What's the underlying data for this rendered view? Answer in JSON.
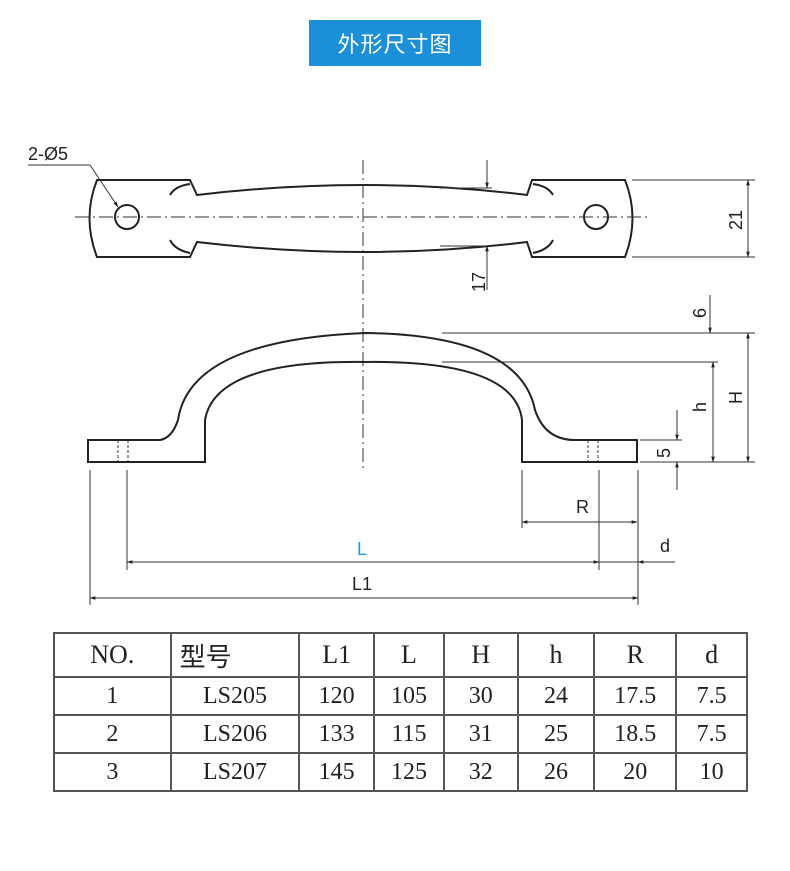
{
  "title": "外形尺寸图",
  "accent_color": "#1b8fd8",
  "drawing": {
    "hole_label": "2-Ø5",
    "dim_width": "21",
    "dim_bar_width": "17",
    "dim_thickness_top": "6",
    "dim_H": "H",
    "dim_h": "h",
    "dim_foot": "5",
    "dim_R": "R",
    "dim_L": "L",
    "dim_d": "d",
    "dim_L1": "L1"
  },
  "table": {
    "headers": [
      "NO.",
      "型号",
      "L1",
      "L",
      "H",
      "h",
      "R",
      "d"
    ],
    "rows": [
      [
        "1",
        "LS205",
        "120",
        "105",
        "30",
        "24",
        "17.5",
        "7.5"
      ],
      [
        "2",
        "LS206",
        "133",
        "115",
        "31",
        "25",
        "18.5",
        "7.5"
      ],
      [
        "3",
        "LS207",
        "145",
        "125",
        "32",
        "26",
        "20",
        "10"
      ]
    ]
  }
}
